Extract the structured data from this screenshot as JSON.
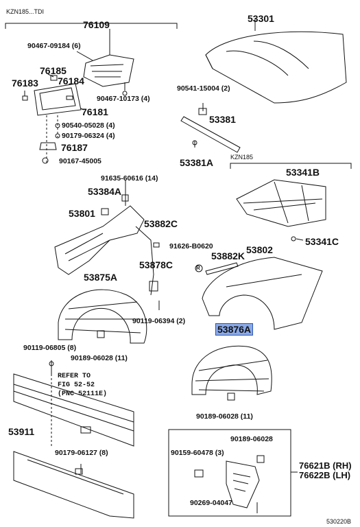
{
  "diagram": {
    "variant_top": "KZN185...TDI",
    "variant_right": "KZN185",
    "drawing_code": "530220B",
    "reference_note": [
      "REFER TO",
      "FIG 52-52",
      "(PNC 52111E)"
    ],
    "highlight_color": "#8aa9e6",
    "parts": {
      "p76109": "76109",
      "p90467_09184": "90467-09184 (6)",
      "p76185": "76185",
      "p76183": "76183",
      "p76184": "76184",
      "p90467_10173": "90467-10173 (4)",
      "p76181": "76181",
      "p90540": "90540-05028 (4)",
      "p90179_06324": "90179-06324 (4)",
      "p76187": "76187",
      "p90167": "90167-45005",
      "p53301": "53301",
      "p90541": "90541-15004 (2)",
      "p53381": "53381",
      "p53381A": "53381A",
      "p53341B": "53341B",
      "p53341C": "53341C",
      "p91635": "91635-60616 (14)",
      "p53384A": "53384A",
      "p53801": "53801",
      "p53882C": "53882C",
      "p91626": "91626-B0620",
      "p53802": "53802",
      "p53882K": "53882K",
      "p53878C": "53878C",
      "p53875A": "53875A",
      "p90119_06394": "90119-06394 (2)",
      "p53876A": "53876A",
      "p90119_06805": "90119-06805 (8)",
      "p90189_06028a": "90189-06028 (11)",
      "p90189_06028b": "90189-06028 (11)",
      "p53911": "53911",
      "p90179_06127": "90179-06127 (8)",
      "p90189_06028c": "90189-06028",
      "p90159": "90159-60478 (3)",
      "p76621B": "76621B (RH)",
      "p76622B": "76622B (LH)",
      "p90269": "90269-04047",
      "r_mark": "R"
    }
  }
}
